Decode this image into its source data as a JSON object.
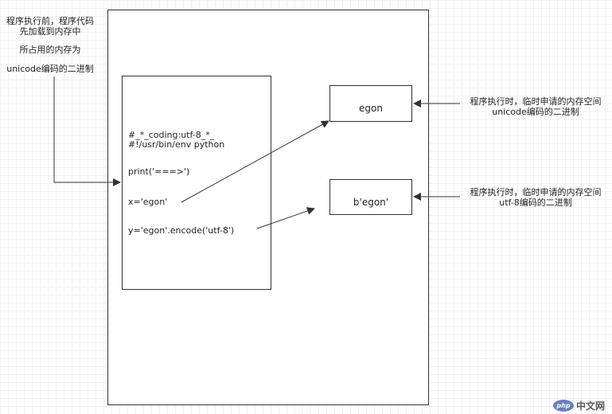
{
  "diagram": {
    "left_note": {
      "lines": [
        "程序执行前，程序代码",
        "先加载到内存中",
        "所占用的内存为",
        "unicode编码的二进制"
      ]
    },
    "code_lines": [
      "#_*_coding:utf-8_*_",
      "#!/usr/bin/env python",
      "print('===>')",
      "x='egon'",
      "y='egon'.encode('utf-8')"
    ],
    "value_boxes": [
      "egon",
      "b'egon'"
    ],
    "right_notes": [
      {
        "lines": [
          "程序执行时，临时申请的内存空间",
          "unicode编码的二进制"
        ]
      },
      {
        "lines": [
          "程序执行时，临时申请的内存空间",
          "utf-8编码的二进制"
        ]
      }
    ]
  },
  "watermark": {
    "logo": "php",
    "text": "中文网"
  }
}
